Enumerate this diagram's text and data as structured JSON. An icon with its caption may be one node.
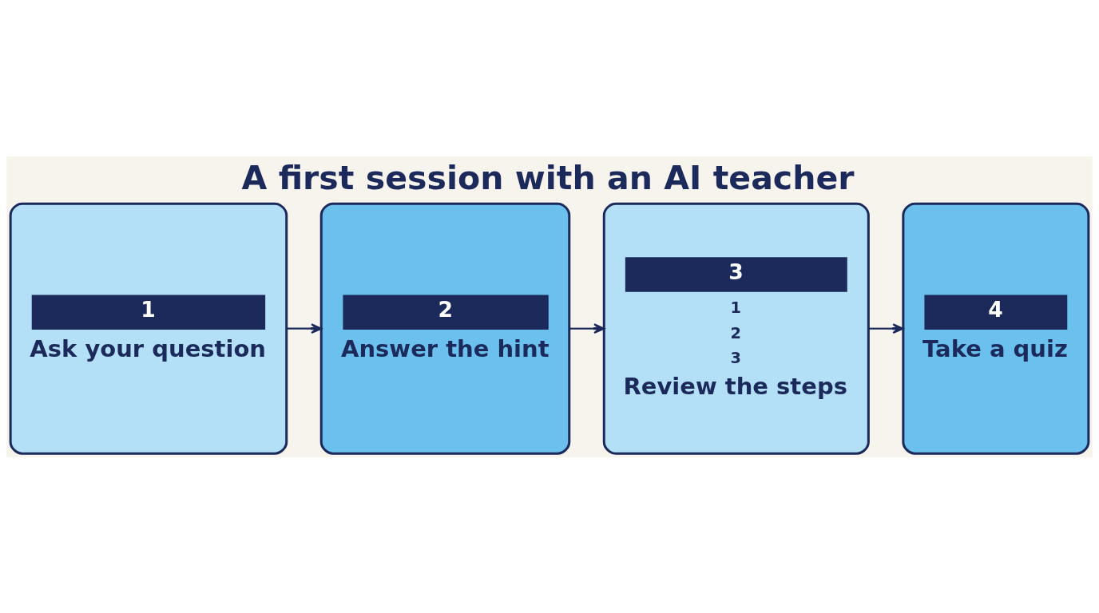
{
  "diagram": {
    "title": "A first session with an AI teacher",
    "nodes": [
      {
        "text": [
          "1",
          "Ask your question"
        ]
      },
      {
        "text": [
          "2",
          "Answer the hint"
        ]
      },
      {
        "text": [
          "3",
          "1",
          "2",
          "3",
          "Review the steps"
        ]
      },
      {
        "text": [
          "4",
          "Take a quiz"
        ]
      }
    ],
    "edges": [
      {
        "from": 0,
        "to": 1,
        "arrow": "to"
      },
      {
        "from": 1,
        "to": 2,
        "arrow": "to"
      },
      {
        "from": 2,
        "to": 3,
        "arrow": "to"
      }
    ]
  }
}
